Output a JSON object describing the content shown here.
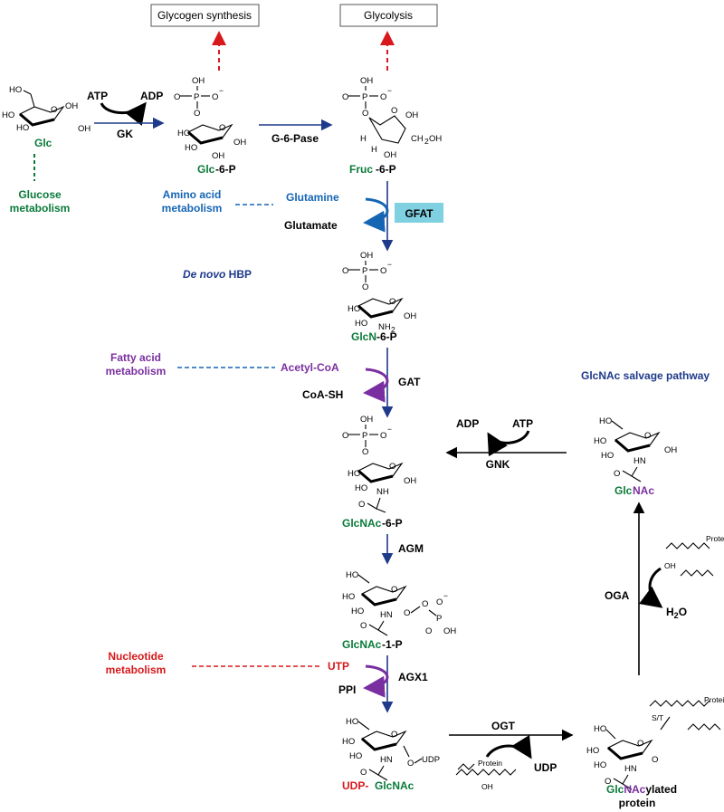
{
  "boxes": {
    "glycogen": "Glycogen synthesis",
    "glycolysis": "Glycolysis"
  },
  "molecules": {
    "glc": "Glc",
    "glc6p": [
      "Glc",
      "-6-P"
    ],
    "fruc6p": [
      "Fruc",
      "-6-P"
    ],
    "glcn6p": [
      "GlcN",
      "-6-P"
    ],
    "glcnac6p": [
      "GlcNAc",
      "-6-P"
    ],
    "glcnac1p": [
      "GlcNAc",
      "-1-P"
    ],
    "udpglcnac": [
      "UDP-",
      "GlcNAc"
    ],
    "glcnac": [
      "Glc",
      "NAc"
    ],
    "glcnacylated": [
      "Glc",
      "NAc",
      "ylated",
      "protein"
    ]
  },
  "enzymes": {
    "gk": "GK",
    "g6pase": "G-6-Pase",
    "gfat": "GFAT",
    "gat": "GAT",
    "gnk": "GNK",
    "agm": "AGM",
    "agx1": "AGX1",
    "ogt": "OGT",
    "oga": "OGA"
  },
  "cofactors": {
    "atp": "ATP",
    "adp": "ADP",
    "glutamine": "Glutamine",
    "glutamate": "Glutamate",
    "acetylcoa": "Acetyl-CoA",
    "coash": "CoA-SH",
    "utp": "UTP",
    "ppi": "PPI",
    "udp": "UDP",
    "h2o_h": "H",
    "h2o_2": "2",
    "h2o_o": "O"
  },
  "pathways": {
    "glucose": [
      "Glucose",
      "metabolism"
    ],
    "aminoacid": [
      "Amino acid",
      "metabolism"
    ],
    "fattyacid": [
      "Fatty acid",
      "metabolism"
    ],
    "nucleotide": [
      "Nucleotide",
      "metabolism"
    ],
    "denovo_italic": "De novo",
    "denovo_rest": " HBP",
    "salvage": "GlcNAc  salvage pathway"
  },
  "atoms": {
    "oh": "OH",
    "ho": "HO",
    "o": "O",
    "p": "P",
    "neg": "−",
    "nh": "NH",
    "hn": "HN",
    "nh2": "NH",
    "two": "2",
    "h": "H",
    "ch2oh": "CH",
    "ch2oh_tail": "OH",
    "protein": "Protein",
    "st": "S/T",
    "udp_small": "UDP"
  },
  "colors": {
    "green": "#0a7a3a",
    "blue": "#1565b5",
    "navy": "#1e3a8a",
    "purple": "#7a2fa0",
    "red": "#d7191c",
    "gfat_fill": "#7fd0e0",
    "black": "#000000"
  }
}
